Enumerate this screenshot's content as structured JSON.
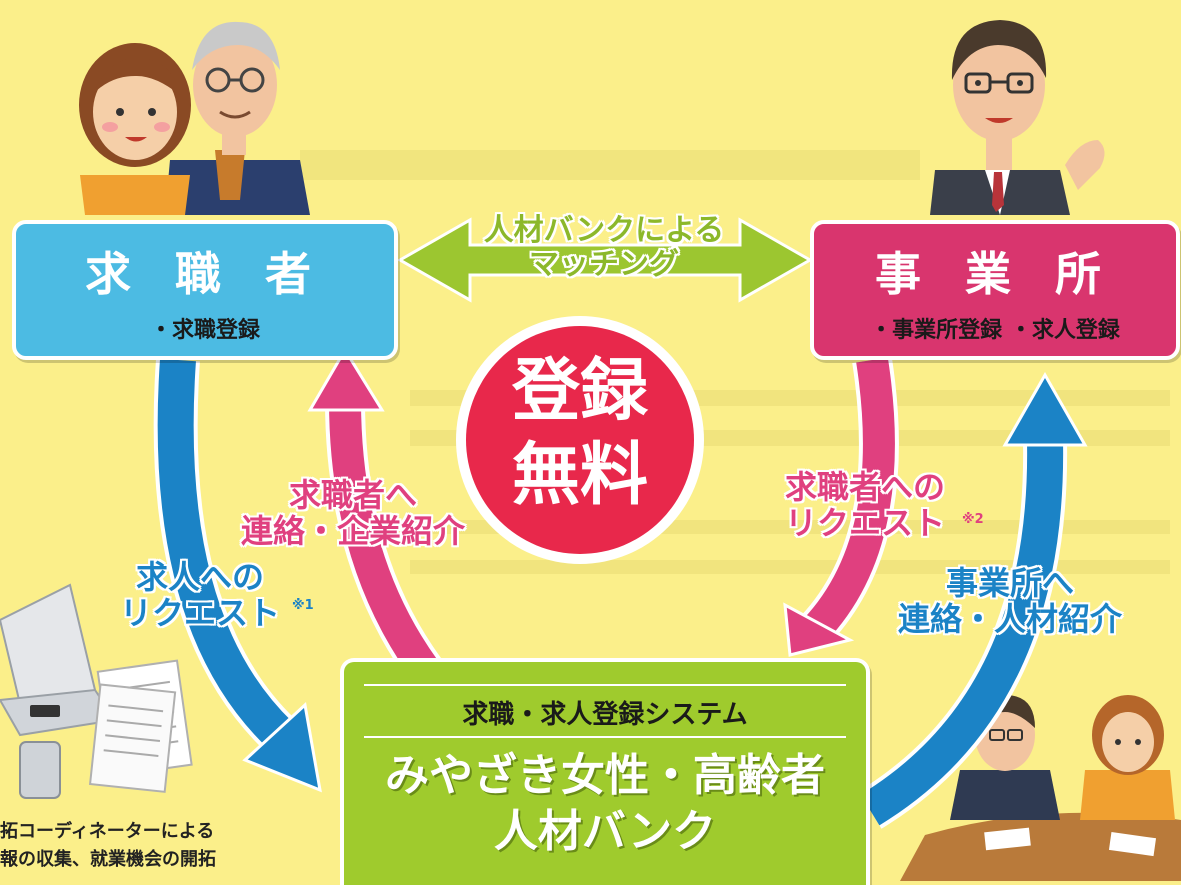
{
  "colors": {
    "background": "#fbef8a",
    "job_seeker_box": "#4cbbe3",
    "employer_box": "#d9356e",
    "system_box": "#9fcb2d",
    "badge": "#e8284b",
    "blue_arrow": "#1b83c6",
    "pink_arrow": "#e0407f",
    "green_arrow": "#9cc630"
  },
  "job_seeker": {
    "title": "求 職 者",
    "sub": "・求職登録"
  },
  "employer": {
    "title": "事 業 所",
    "sub": "・事業所登録 ・求人登録"
  },
  "matching": {
    "line1": "人材バンクによる",
    "line2": "マッチング"
  },
  "badge": {
    "line1": "登録",
    "line2": "無料"
  },
  "labels": {
    "contact_seeker_line1": "求職者へ",
    "contact_seeker_line2": "連絡・企業紹介",
    "request_seeker_line1": "求職者への",
    "request_seeker_line2": "リクエスト",
    "request_seeker_note": "※2",
    "request_job_line1": "求人への",
    "request_job_line2": "リクエスト",
    "request_job_note": "※1",
    "contact_employer_line1": "事業所へ",
    "contact_employer_line2": "連絡・人材紹介"
  },
  "system": {
    "subtitle": "求職・求人登録システム",
    "title_line1": "みやざき女性・高齢者",
    "title_line2": "人材バンク"
  },
  "coordinator": {
    "line1": "拓コーディネーターによる",
    "line2": "報の収集、就業機会の開拓"
  }
}
